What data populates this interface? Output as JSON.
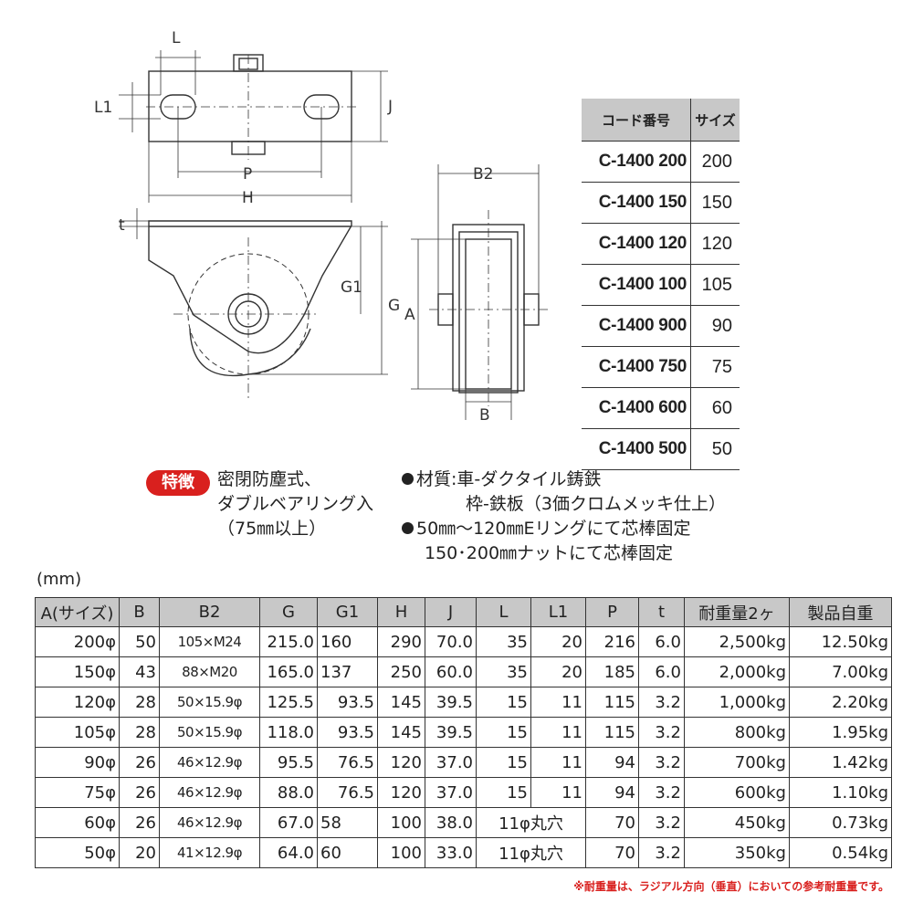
{
  "drawing": {
    "labels": {
      "L": "L",
      "L1": "L1",
      "J": "J",
      "P": "P",
      "H": "H",
      "t": "t",
      "G1": "G1",
      "G": "G",
      "B2": "B2",
      "A": "A",
      "B": "B"
    }
  },
  "code_table": {
    "headers": [
      "コード番号",
      "サイズ"
    ],
    "rows": [
      {
        "code": "C-1400 200",
        "size": "200"
      },
      {
        "code": "C-1400 150",
        "size": "150"
      },
      {
        "code": "C-1400 120",
        "size": "120"
      },
      {
        "code": "C-1400 100",
        "size": "105"
      },
      {
        "code": "C-1400 900",
        "size": "90"
      },
      {
        "code": "C-1400 750",
        "size": "75"
      },
      {
        "code": "C-1400 600",
        "size": "60"
      },
      {
        "code": "C-1400 500",
        "size": "50"
      }
    ]
  },
  "features": {
    "badge": "特徴",
    "feature_lines": [
      "密閉防塵式、",
      "ダブルベアリング入",
      "（75㎜以上）"
    ],
    "material_lines": [
      "材質:車-ダクタイル鋳鉄",
      "枠-鉄板（3価クロムメッキ仕上）"
    ],
    "fixing_lines": [
      "50㎜～120㎜Eリングにて芯棒固定",
      "150･200㎜ナットにて芯棒固定"
    ]
  },
  "spec_table": {
    "unit": "(mm)",
    "headers": [
      "A(サイズ)",
      "B",
      "B2",
      "G",
      "G1",
      "H",
      "J",
      "L",
      "L1",
      "P",
      "t",
      "耐重量2ヶ",
      "製品自重"
    ],
    "rows": [
      [
        "200φ",
        "50",
        "105×M24",
        "215.0",
        "160",
        "290",
        "70.0",
        "35",
        "20",
        "216",
        "6.0",
        "2,500kg",
        "12.50kg"
      ],
      [
        "150φ",
        "43",
        "88×M20",
        "165.0",
        "137",
        "250",
        "60.0",
        "35",
        "20",
        "185",
        "6.0",
        "2,000kg",
        "7.00kg"
      ],
      [
        "120φ",
        "28",
        "50×15.9φ",
        "125.5",
        "93.5",
        "145",
        "39.5",
        "15",
        "11",
        "115",
        "3.2",
        "1,000kg",
        "2.20kg"
      ],
      [
        "105φ",
        "28",
        "50×15.9φ",
        "118.0",
        "93.5",
        "145",
        "39.5",
        "15",
        "11",
        "115",
        "3.2",
        "800kg",
        "1.95kg"
      ],
      [
        "90φ",
        "26",
        "46×12.9φ",
        "95.5",
        "76.5",
        "120",
        "37.0",
        "15",
        "11",
        "94",
        "3.2",
        "700kg",
        "1.42kg"
      ],
      [
        "75φ",
        "26",
        "46×12.9φ",
        "88.0",
        "76.5",
        "120",
        "37.0",
        "15",
        "11",
        "94",
        "3.2",
        "600kg",
        "1.10kg"
      ],
      [
        "60φ",
        "26",
        "46×12.9φ",
        "67.0",
        "58",
        "100",
        "38.0",
        "11φ丸穴",
        "",
        "70",
        "3.2",
        "450kg",
        "0.73kg"
      ],
      [
        "50φ",
        "20",
        "41×12.9φ",
        "64.0",
        "60",
        "100",
        "33.0",
        "11φ丸穴",
        "",
        "70",
        "3.2",
        "350kg",
        "0.54kg"
      ]
    ],
    "footnote": "※耐重量は、ラジアル方向（垂直）においての参考耐重量です。"
  },
  "colors": {
    "accent": "#d9201e",
    "header_bg": "#c8c8c8"
  }
}
